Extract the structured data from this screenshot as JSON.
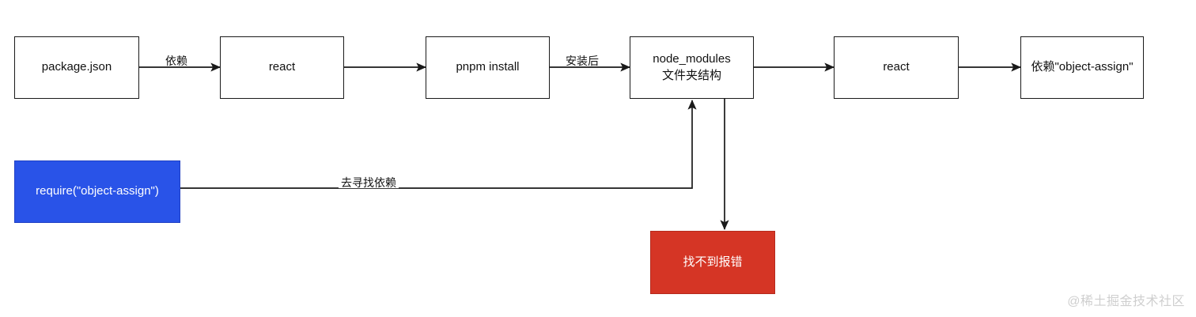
{
  "diagram": {
    "title": "pnpm node_modules dependency resolution flow",
    "colors": {
      "box_stroke": "#1a1a1a",
      "box_fill": "#ffffff",
      "blue_fill": "#2953E8",
      "red_fill": "#D53525",
      "text_dark": "#111111",
      "text_light": "#ffffff",
      "watermark": "#cfcfcf"
    },
    "nodes": [
      {
        "id": "package-json",
        "label": "package.json",
        "style": "white"
      },
      {
        "id": "react-top",
        "label": "react",
        "style": "white"
      },
      {
        "id": "pnpm-install",
        "label": "pnpm install",
        "style": "white"
      },
      {
        "id": "node-modules",
        "label_line1": "node_modules",
        "label_line2": "文件夹结构",
        "style": "white"
      },
      {
        "id": "react-right",
        "label": "react",
        "style": "white"
      },
      {
        "id": "depends-object-assign",
        "label": "依赖\"object-assign\"",
        "style": "white"
      },
      {
        "id": "require-object-assign",
        "label": "require(\"object-assign\")",
        "style": "blue"
      },
      {
        "id": "not-found-error",
        "label": "找不到报错",
        "style": "red"
      }
    ],
    "edges": [
      {
        "id": "e1",
        "from": "package-json",
        "to": "react-top",
        "label": "依赖"
      },
      {
        "id": "e2",
        "from": "react-top",
        "to": "pnpm-install",
        "label": ""
      },
      {
        "id": "e3",
        "from": "pnpm-install",
        "to": "node-modules",
        "label": "安装后"
      },
      {
        "id": "e4",
        "from": "node-modules",
        "to": "react-right",
        "label": ""
      },
      {
        "id": "e5",
        "from": "react-right",
        "to": "depends-object-assign",
        "label": ""
      },
      {
        "id": "e6",
        "from": "require-object-assign",
        "to": "node-modules",
        "label": "去寻找依赖"
      },
      {
        "id": "e7",
        "from": "node-modules",
        "to": "not-found-error",
        "label": ""
      }
    ],
    "watermark": "@稀土掘金技术社区"
  }
}
